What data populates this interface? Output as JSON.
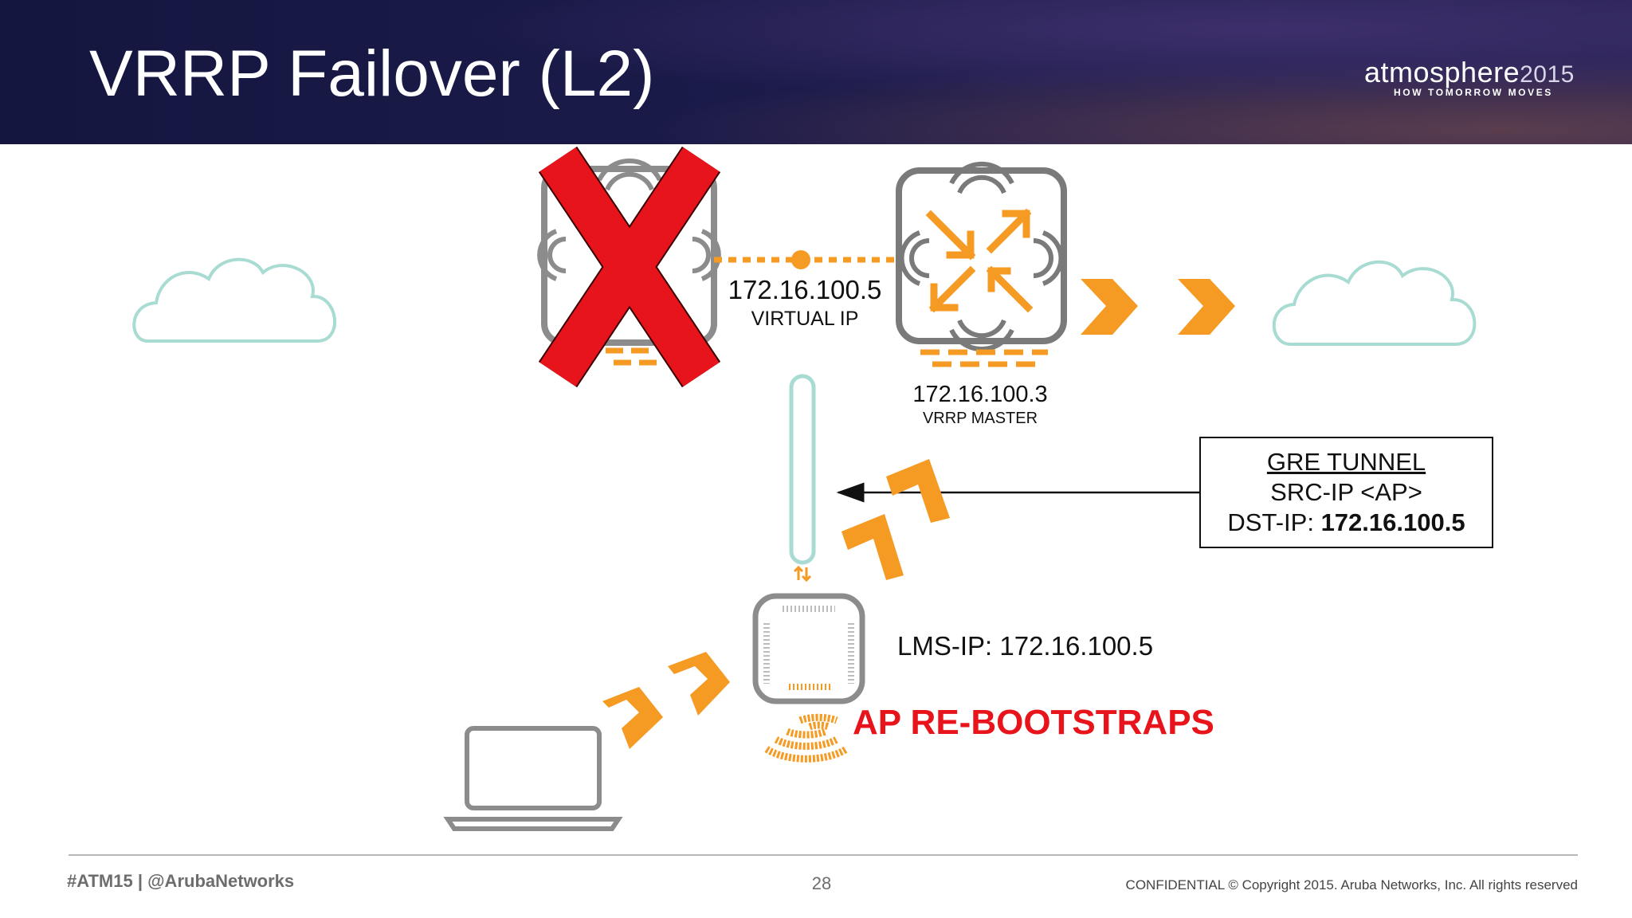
{
  "slide": {
    "title": "VRRP Failover (L2)",
    "brand": {
      "name": "atmosphere",
      "year": "2015",
      "tagline": "HOW TOMORROW MOVES"
    }
  },
  "diagram": {
    "virtual_ip": {
      "address": "172.16.100.5",
      "label": "VIRTUAL IP"
    },
    "master": {
      "address": "172.16.100.3",
      "label": "VRRP MASTER"
    },
    "gre": {
      "title": "GRE TUNNEL",
      "src": "SRC-IP <AP>",
      "dst_prefix": "DST-IP: ",
      "dst_value": "172.16.100.5"
    },
    "ap": {
      "lms": "LMS-IP: 172.16.100.5",
      "status": "AP RE-BOOTSTRAPS"
    },
    "icons": [
      "cloud-icon",
      "controller-icon",
      "failed-x-icon",
      "access-point-icon",
      "laptop-icon",
      "chevron-arrow-icon",
      "wifi-waves-icon"
    ],
    "colors": {
      "orange": "#f59a23",
      "teal": "#a8dcd3",
      "failure_red": "#e8141b",
      "device_gray": "#8c8c8c"
    }
  },
  "footer": {
    "hashtag": "#ATM15 | @ArubaNetworks",
    "page_number": "28",
    "copyright": "CONFIDENTIAL © Copyright 2015. Aruba Networks, Inc. All rights reserved"
  }
}
